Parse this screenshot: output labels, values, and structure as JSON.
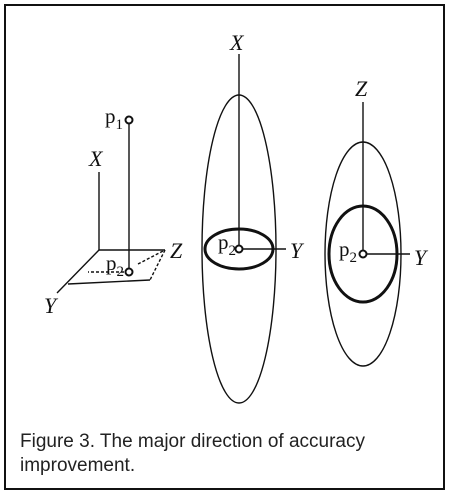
{
  "left_panel": {
    "axis_x": "X",
    "axis_y": "Y",
    "axis_z": "Z",
    "point_p1": "p",
    "point_p1_sub": "1",
    "point_p2": "p",
    "point_p2_sub": "2"
  },
  "middle_panel": {
    "axis_x": "X",
    "axis_y": "Y",
    "point": "p",
    "point_sub": "2"
  },
  "right_panel": {
    "axis_z": "Z",
    "axis_y": "Y",
    "point": "p",
    "point_sub": "2"
  },
  "caption": "Figure 3. The major direction of accuracy improvement."
}
